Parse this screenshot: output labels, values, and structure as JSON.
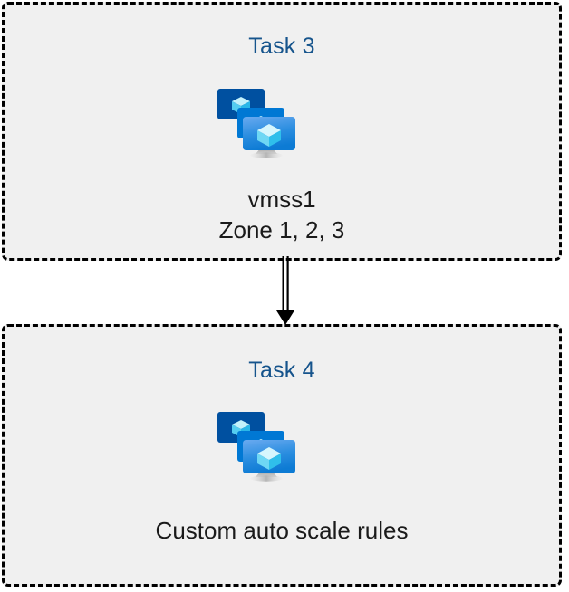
{
  "diagram": {
    "type": "flow-diagram",
    "background_color": "#ffffff",
    "title_color": "#16548c",
    "caption_color": "#1a1a1a",
    "box_fill_color": "#f0f0f0",
    "box_border_color": "#000000",
    "box_border_style": "dashed",
    "nodes": [
      {
        "id": "task3",
        "title": "Task 3",
        "icon": "azure-vm-scale-set-icon",
        "caption_lines": [
          "vmss1",
          "Zone 1, 2, 3"
        ]
      },
      {
        "id": "task4",
        "title": "Task 4",
        "icon": "azure-vm-scale-set-icon",
        "caption_lines": [
          "Custom auto scale rules"
        ]
      }
    ],
    "connector": {
      "id": "task3-to-task4",
      "name": "double-line-arrow-down",
      "from": "task3",
      "to": "task4",
      "direction": "down",
      "color": "#000000"
    }
  },
  "icon_colors": {
    "monitor_back": "#0050a0",
    "monitor_middle": "#0078d4",
    "monitor_front_top": "#6aaaf0",
    "monitor_front_bottom": "#0d7bd4",
    "cube_light": "#c3f1fb",
    "cube_mid": "#7fdcf7",
    "cube_dark": "#32c5ef",
    "stand": "#b3b3b3"
  }
}
